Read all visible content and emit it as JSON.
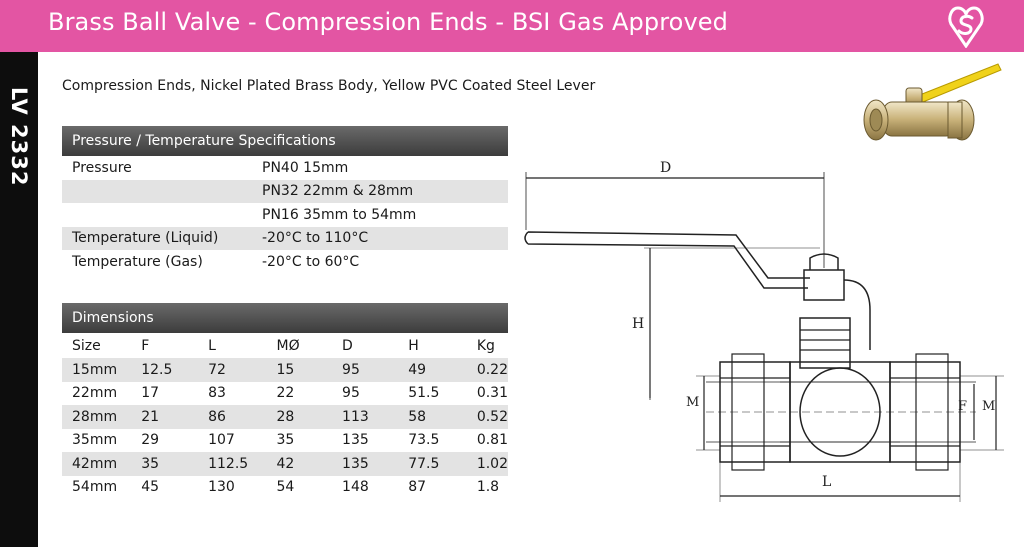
{
  "header": {
    "title": "Brass Ball Valve - Compression Ends - BSI Gas Approved",
    "accent_color": "#e355a3"
  },
  "sidebar": {
    "product_code": "LV 2332"
  },
  "description": "Compression Ends, Nickel Plated Brass Body, Yellow PVC Coated Steel Lever",
  "pressure_table": {
    "title": "Pressure / Temperature Specifications",
    "rows": [
      {
        "label": "Pressure",
        "value": "PN40 15mm"
      },
      {
        "label": "",
        "value": "PN32 22mm & 28mm"
      },
      {
        "label": "",
        "value": "PN16 35mm to 54mm"
      },
      {
        "label": "Temperature (Liquid)",
        "value": "-20°C to 110°C"
      },
      {
        "label": "Temperature (Gas)",
        "value": "-20°C to 60°C"
      }
    ]
  },
  "dimensions_table": {
    "title": "Dimensions",
    "columns": [
      "Size",
      "F",
      "L",
      "MØ",
      "D",
      "H",
      "Kg"
    ],
    "rows": [
      [
        "15mm",
        "12.5",
        "72",
        "15",
        "95",
        "49",
        "0.22"
      ],
      [
        "22mm",
        "17",
        "83",
        "22",
        "95",
        "51.5",
        "0.31"
      ],
      [
        "28mm",
        "21",
        "86",
        "28",
        "113",
        "58",
        "0.52"
      ],
      [
        "35mm",
        "29",
        "107",
        "35",
        "135",
        "73.5",
        "0.81"
      ],
      [
        "42mm",
        "35",
        "112.5",
        "42",
        "135",
        "77.5",
        "1.02"
      ],
      [
        "54mm",
        "45",
        "130",
        "54",
        "148",
        "87",
        "1.8"
      ]
    ]
  },
  "drawing_labels": {
    "d": "D",
    "h": "H",
    "m_left": "M",
    "f": "F",
    "m_right": "M",
    "l": "L"
  },
  "icons": {
    "kitemark": "bsi-kitemark-icon",
    "product": "ball-valve-photo"
  }
}
